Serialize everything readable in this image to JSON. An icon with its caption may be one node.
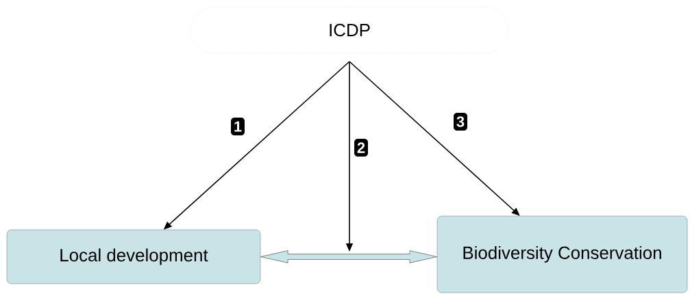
{
  "diagram": {
    "nodes": [
      {
        "text": [
          "ICDP"
        ]
      },
      {
        "text": [
          "Local development"
        ]
      },
      {
        "text": [
          "Biodiversity Conservation"
        ]
      }
    ],
    "edges": [
      {
        "from": 0,
        "to": 1,
        "arrow": "to",
        "label": "1"
      },
      {
        "from": 0,
        "to": null,
        "arrow": "to",
        "label": "2"
      },
      {
        "from": 0,
        "to": 2,
        "arrow": "to",
        "label": "3"
      },
      {
        "from": 1,
        "to": 2,
        "arrow": "both",
        "style": "thick",
        "color": "#c8e4e6"
      }
    ]
  }
}
